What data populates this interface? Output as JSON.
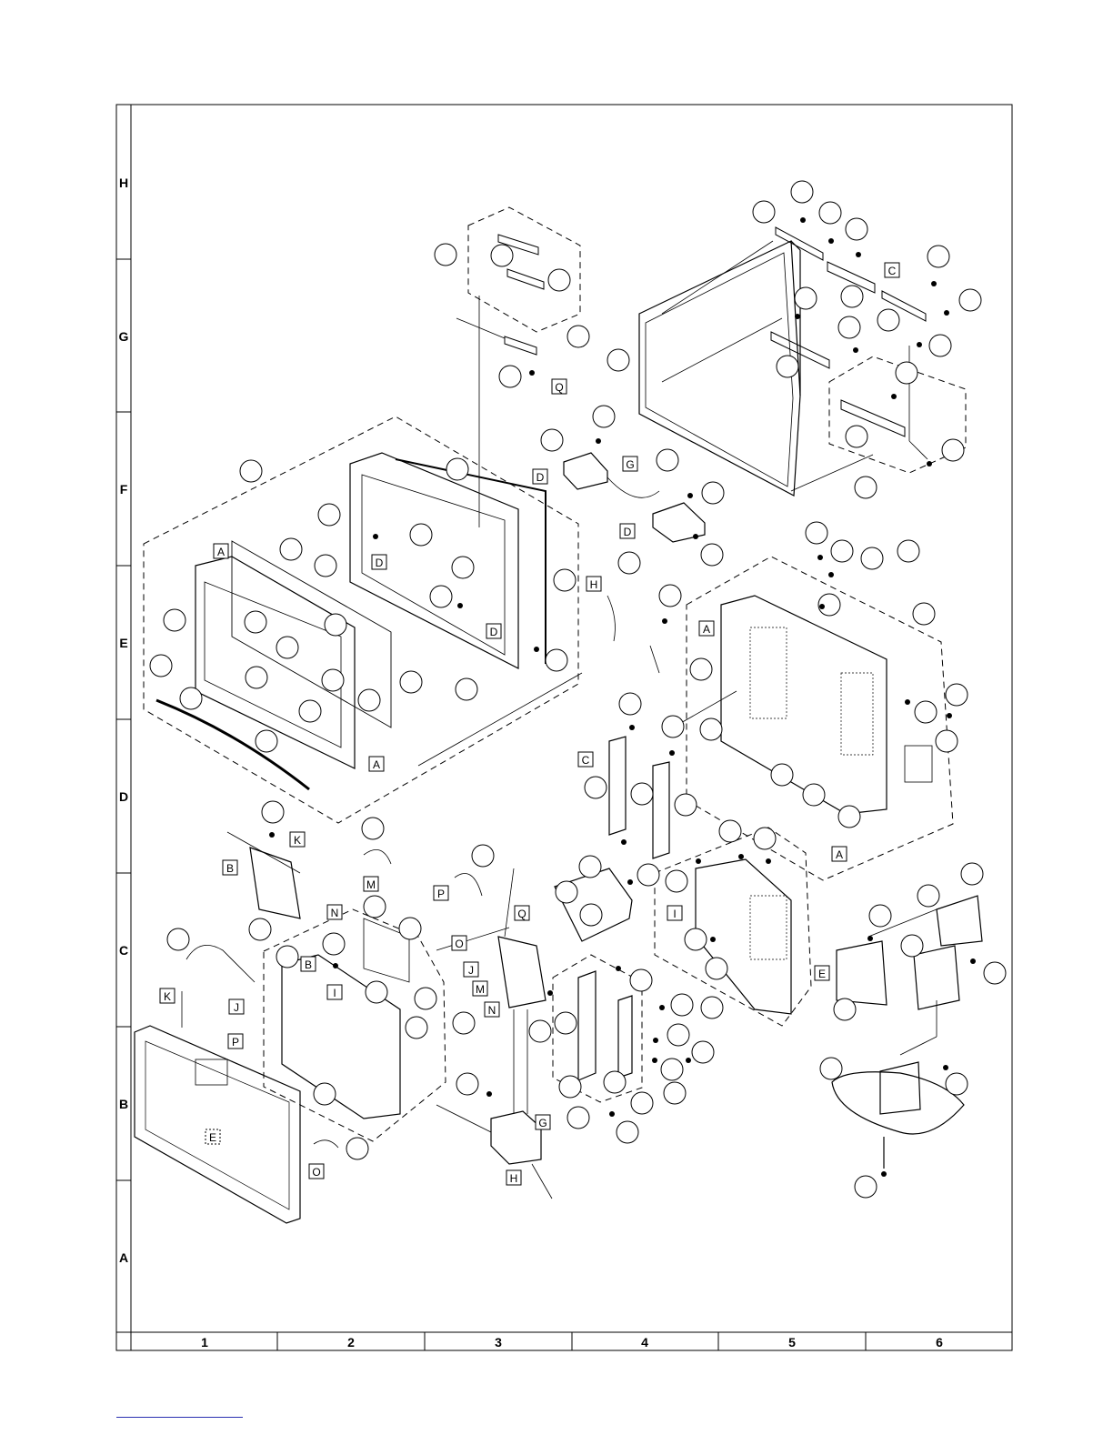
{
  "frame": {
    "row_labels": [
      "H",
      "G",
      "F",
      "E",
      "D",
      "C",
      "B",
      "A"
    ],
    "column_labels": [
      "1",
      "2",
      "3",
      "4",
      "5",
      "6"
    ]
  },
  "box_labels": {
    "q_top": "Q",
    "c_top": "C",
    "g_speaker": "G",
    "d_speaker_left": "D",
    "d_speaker_right": "D",
    "a_front": "A",
    "d_front_mid": "D",
    "d_front_bottom": "D",
    "a_bezel_bottom": "A",
    "h_cable": "H",
    "a_rear": "A",
    "c_bracket": "C",
    "a_rear_bottom": "A",
    "k_shield": "K",
    "b_shield": "B",
    "m_wire": "M",
    "n_wire": "N",
    "p_wire": "P",
    "o_wire": "O",
    "q_board": "Q",
    "j_board": "J",
    "m_board": "M",
    "n_board": "N",
    "b_main": "B",
    "i_main": "I",
    "k_lcd": "K",
    "j_lcd": "J",
    "p_lcd": "P",
    "e_lcd": "E",
    "o_lcd": "O",
    "i_power": "I",
    "e_stand": "E",
    "g_bottom": "G",
    "h_bottom": "H"
  },
  "colors": {
    "line": "#000000",
    "footer_rule": "#2a2fb0",
    "background": "#ffffff"
  }
}
